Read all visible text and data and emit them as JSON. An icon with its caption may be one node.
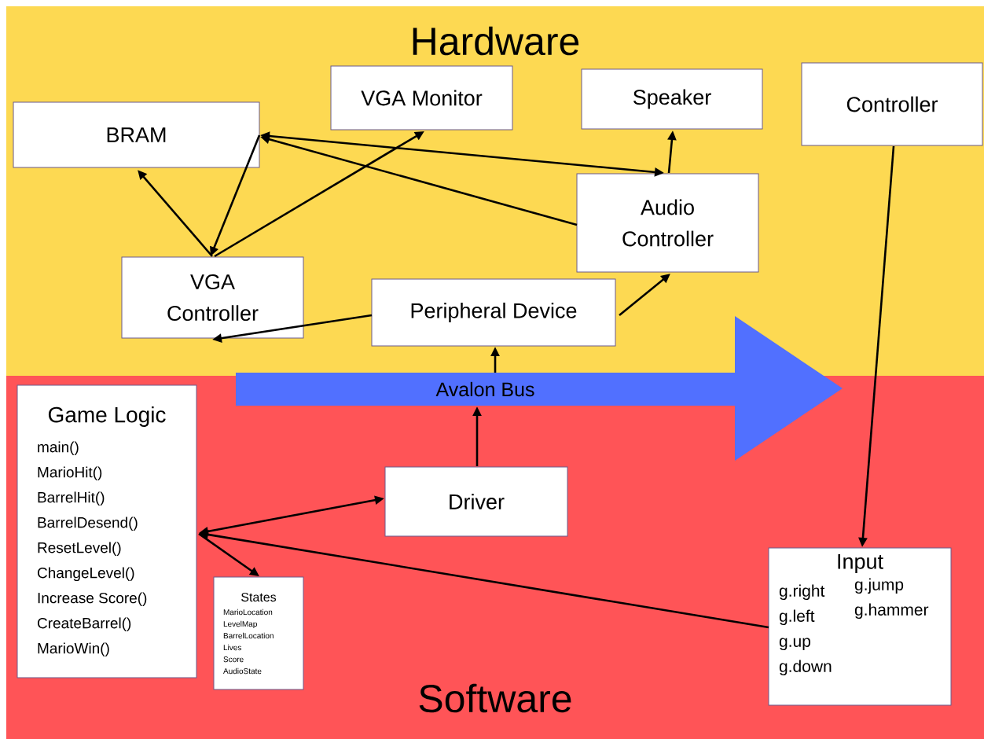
{
  "diagram": {
    "nodes": [
      {
        "text": [
          "Hardware"
        ]
      },
      {
        "text": [
          "Software"
        ]
      },
      {
        "text": [
          "BRAM"
        ],
        "in": 0
      },
      {
        "text": [
          "VGA Monitor"
        ],
        "in": 0
      },
      {
        "text": [
          "Speaker"
        ],
        "in": 0
      },
      {
        "text": [
          "Controller"
        ],
        "in": 0
      },
      {
        "text": [
          "Audio Controller"
        ],
        "in": 0
      },
      {
        "text": [
          "VGA Controller"
        ],
        "in": 0
      },
      {
        "text": [
          "Peripheral Device"
        ],
        "in": 0
      },
      {
        "text": [
          "Avalon Bus"
        ]
      },
      {
        "text": [
          "Game Logic",
          "main()",
          "MarioHit()",
          "BarrelHit()",
          "BarrelDesend()",
          "ResetLevel()",
          "ChangeLevel()",
          "Increase Score()",
          "CreateBarrel()",
          "MarioWin()"
        ],
        "in": 1
      },
      {
        "text": [
          "Driver"
        ],
        "in": 1
      },
      {
        "text": [
          "States",
          "MarioLocation",
          "LevelMap",
          "BarrelLocation",
          "Lives",
          "Score",
          "AudioState"
        ],
        "in": 1
      },
      {
        "text": [
          "Input",
          "g.right",
          "g.left",
          "g.up",
          "g.down",
          "g.jump",
          "g.hammer"
        ],
        "in": 1
      }
    ],
    "edges": [
      {
        "from": 7,
        "to": 2,
        "arrow": "to"
      },
      {
        "from": 2,
        "to": 7,
        "arrow": "to"
      },
      {
        "from": 7,
        "to": 3,
        "arrow": "to"
      },
      {
        "from": 2,
        "to": 6,
        "arrow": "both"
      },
      {
        "from": 6,
        "to": 2,
        "arrow": "to"
      },
      {
        "from": 6,
        "to": 4,
        "arrow": "to"
      },
      {
        "from": 8,
        "to": 7,
        "arrow": "to"
      },
      {
        "from": 8,
        "to": 6,
        "arrow": "to"
      },
      {
        "from": 9,
        "to": 8,
        "arrow": "to"
      },
      {
        "from": 11,
        "to": 9,
        "arrow": "to"
      },
      {
        "from": 10,
        "to": 11,
        "arrow": "both"
      },
      {
        "from": 10,
        "to": 12,
        "arrow": "to"
      },
      {
        "from": 13,
        "to": 10,
        "arrow": "to"
      },
      {
        "from": 5,
        "to": 13,
        "arrow": "to"
      }
    ]
  }
}
